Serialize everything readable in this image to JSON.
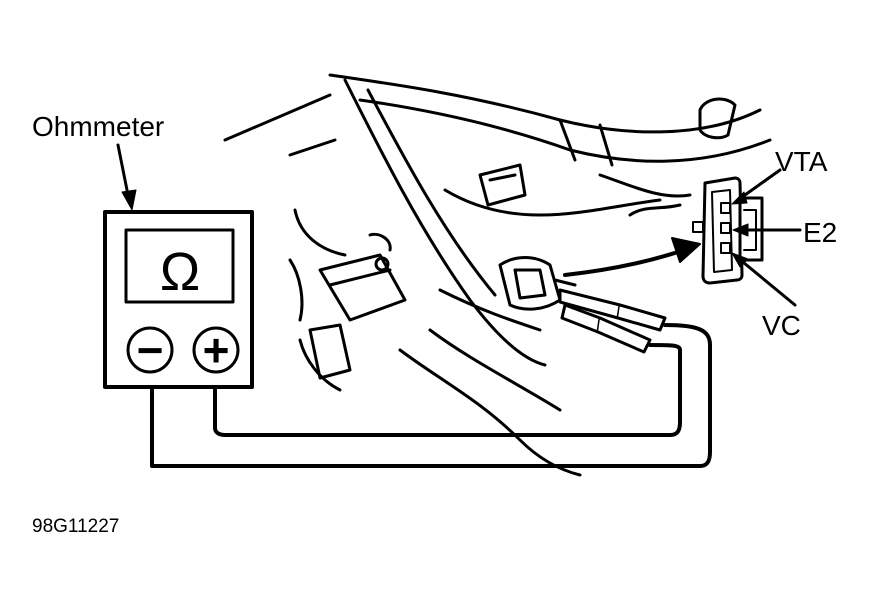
{
  "labels": {
    "meter": "Ohmmeter",
    "ohm_symbol": "Ω",
    "minus_symbol": "−",
    "plus_symbol": "+",
    "pin_vta": "VTA",
    "pin_e2": "E2",
    "pin_vc": "VC",
    "figure_id": "98G11227"
  },
  "colors": {
    "ink": "#000000",
    "paper": "#ffffff"
  }
}
